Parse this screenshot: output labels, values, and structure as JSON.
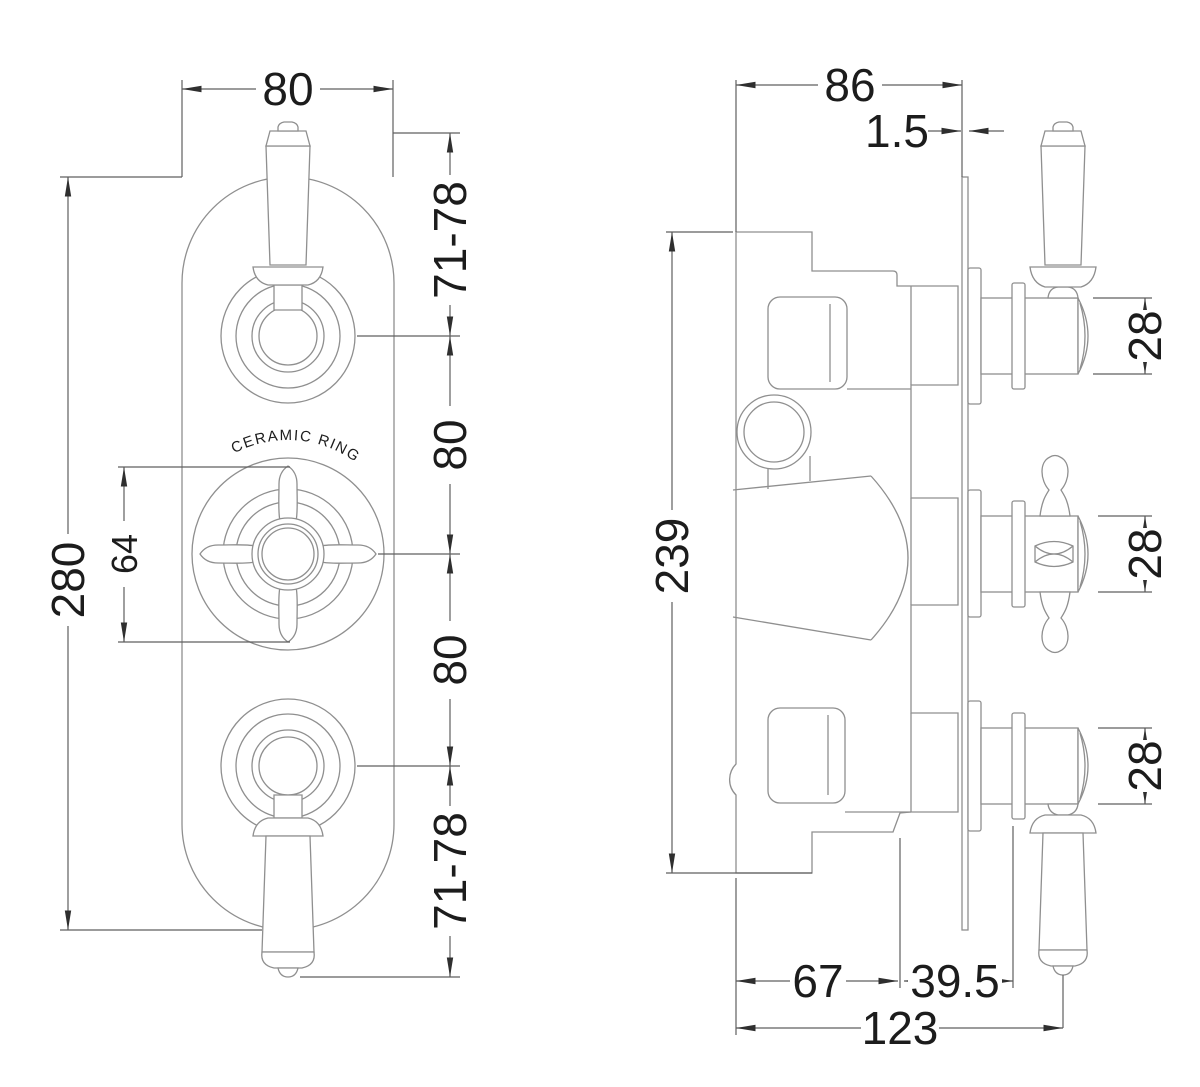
{
  "front_view": {
    "annotation_ceramic_ring": "CERAMIC RING",
    "dim_plate_width": "80",
    "dim_plate_height": "280",
    "dim_handle_ring_diameter": "64",
    "dim_top_handle_travel": "71-78",
    "dim_upper_control_spacing": "80",
    "dim_lower_control_spacing": "80",
    "dim_bottom_handle_travel": "71-78"
  },
  "side_view": {
    "dim_body_width": "86",
    "dim_plate_thickness": "1.5",
    "dim_body_height": "239",
    "dim_top_handle_diameter": "28",
    "dim_middle_handle_diameter": "28",
    "dim_bottom_handle_diameter": "28",
    "dim_wall_to_body_front": "67",
    "dim_body_front_to_collar": "39.5",
    "dim_total_projection": "123"
  },
  "style": {
    "geometry_line_color": "#8f8f8f",
    "dimension_line_color": "#5f5f5f",
    "text_color": "#1c1c1c",
    "background": "#ffffff"
  }
}
